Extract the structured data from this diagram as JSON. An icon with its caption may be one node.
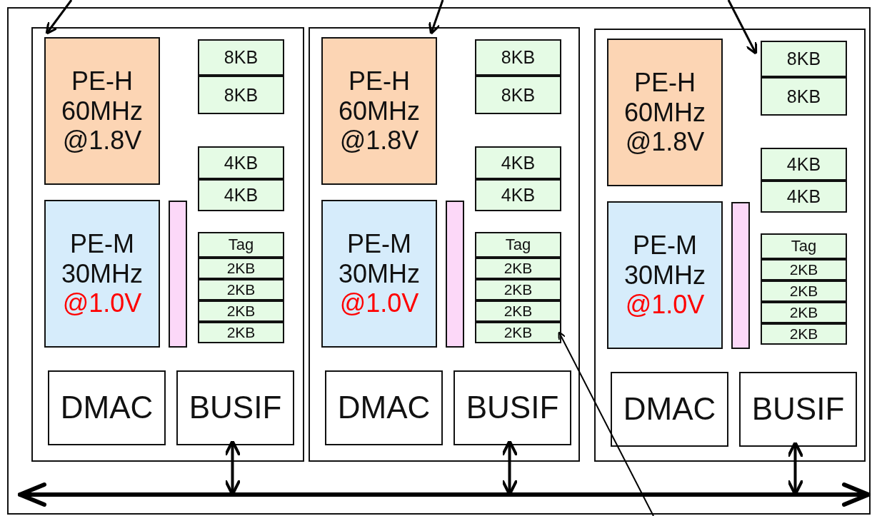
{
  "diagram": {
    "nodes": [
      {
        "text": [],
        "shape": "box"
      },
      {
        "text": [],
        "shape": "box",
        "in": 0
      },
      {
        "text": [
          "PE-H 60MHz",
          "@1.8V"
        ],
        "in": 1
      },
      {
        "text": [
          "PE-M 30MHz",
          "@1.0V"
        ],
        "in": 1
      },
      {
        "text": [],
        "shape": "bar",
        "in": 1
      },
      {
        "text": [
          "8KB"
        ],
        "in": 1
      },
      {
        "text": [
          "8KB"
        ],
        "in": 1
      },
      {
        "text": [
          "4KB"
        ],
        "in": 1
      },
      {
        "text": [
          "4KB"
        ],
        "in": 1
      },
      {
        "text": [
          "Tag"
        ],
        "in": 1
      },
      {
        "text": [
          "2KB"
        ],
        "in": 1
      },
      {
        "text": [
          "2KB"
        ],
        "in": 1
      },
      {
        "text": [
          "2KB"
        ],
        "in": 1
      },
      {
        "text": [
          "2KB"
        ],
        "in": 1
      },
      {
        "text": [
          "DMAC"
        ],
        "in": 1
      },
      {
        "text": [
          "BUSIF"
        ],
        "in": 1
      },
      {
        "text": [],
        "shape": "box",
        "in": 0
      },
      {
        "text": [
          "PE-H 60MHz",
          "@1.8V"
        ],
        "in": 16
      },
      {
        "text": [
          "PE-M 30MHz",
          "@1.0V"
        ],
        "in": 16
      },
      {
        "text": [],
        "shape": "bar",
        "in": 16
      },
      {
        "text": [
          "8KB"
        ],
        "in": 16
      },
      {
        "text": [
          "8KB"
        ],
        "in": 16
      },
      {
        "text": [
          "4KB"
        ],
        "in": 16
      },
      {
        "text": [
          "4KB"
        ],
        "in": 16
      },
      {
        "text": [
          "Tag"
        ],
        "in": 16
      },
      {
        "text": [
          "2KB"
        ],
        "in": 16
      },
      {
        "text": [
          "2KB"
        ],
        "in": 16
      },
      {
        "text": [
          "2KB"
        ],
        "in": 16
      },
      {
        "text": [
          "2KB"
        ],
        "in": 16
      },
      {
        "text": [
          "DMAC"
        ],
        "in": 16
      },
      {
        "text": [
          "BUSIF"
        ],
        "in": 16
      },
      {
        "text": [],
        "shape": "box",
        "in": 0
      },
      {
        "text": [
          "PE-H 60MHz",
          "@1.8V"
        ],
        "in": 31
      },
      {
        "text": [
          "PE-M 30MHz",
          "@1.0V"
        ],
        "in": 31
      },
      {
        "text": [],
        "shape": "bar",
        "in": 31
      },
      {
        "text": [
          "8KB"
        ],
        "in": 31
      },
      {
        "text": [
          "8KB"
        ],
        "in": 31
      },
      {
        "text": [
          "4KB"
        ],
        "in": 31
      },
      {
        "text": [
          "4KB"
        ],
        "in": 31
      },
      {
        "text": [
          "Tag"
        ],
        "in": 31
      },
      {
        "text": [
          "2KB"
        ],
        "in": 31
      },
      {
        "text": [
          "2KB"
        ],
        "in": 31
      },
      {
        "text": [
          "2KB"
        ],
        "in": 31
      },
      {
        "text": [
          "2KB"
        ],
        "in": 31
      },
      {
        "text": [
          "DMAC"
        ],
        "in": 31
      },
      {
        "text": [
          "BUSIF"
        ],
        "in": 31
      },
      {
        "text": [],
        "shape": "arrow",
        "in": 0
      }
    ],
    "edges": [
      {
        "from": 15,
        "to": 46,
        "arrow": "both"
      },
      {
        "from": 30,
        "to": 46,
        "arrow": "both"
      },
      {
        "from": 45,
        "to": 46,
        "arrow": "both"
      },
      {
        "from": null,
        "to": 2,
        "arrow": "to"
      },
      {
        "from": null,
        "to": 17,
        "arrow": "to"
      },
      {
        "from": null,
        "to": 35,
        "arrow": "to"
      },
      {
        "from": null,
        "to": 28,
        "arrow": "to"
      }
    ]
  }
}
